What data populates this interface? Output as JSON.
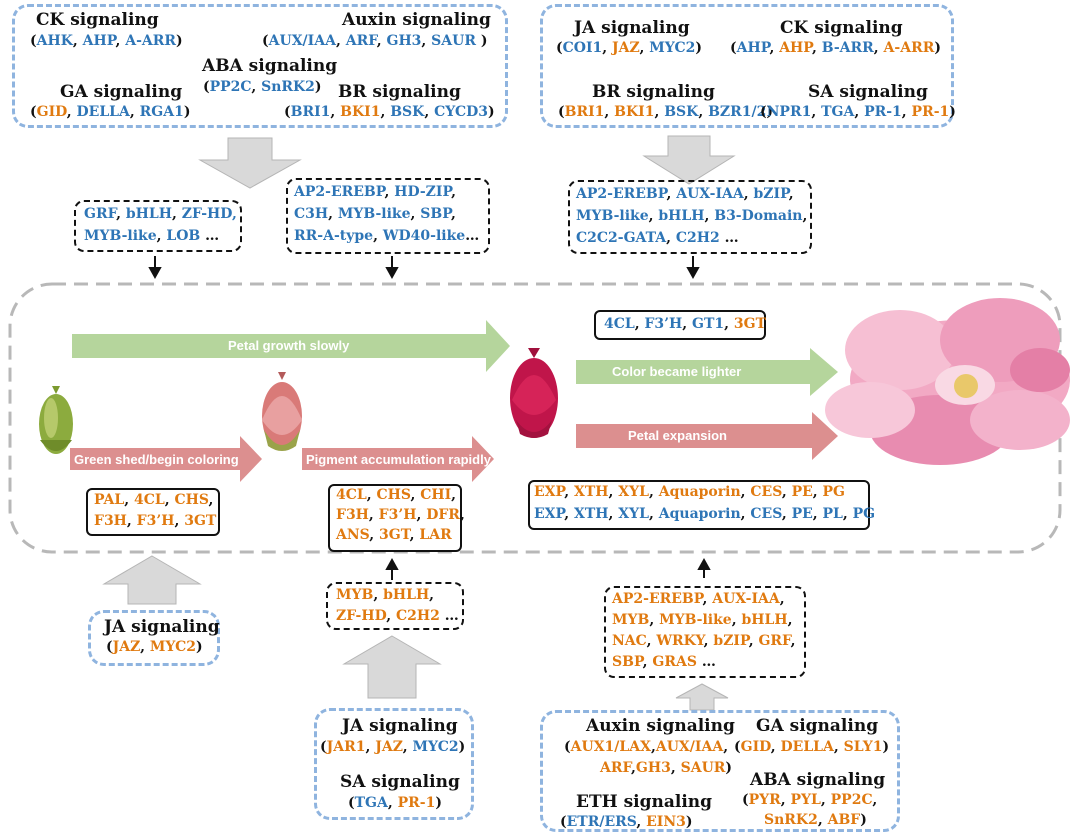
{
  "top_left": {
    "ck_title": "CK signaling",
    "ck_genes": [
      [
        "(",
        "k"
      ],
      [
        "AHK",
        "b"
      ],
      [
        ", ",
        "k"
      ],
      [
        "AHP",
        "b"
      ],
      [
        ", ",
        "k"
      ],
      [
        "A-ARR",
        "b"
      ],
      [
        ")",
        "k"
      ]
    ],
    "auxin_title": "Auxin signaling",
    "auxin_genes": [
      [
        "(",
        "k"
      ],
      [
        "AUX/IAA",
        "b"
      ],
      [
        ", ",
        "k"
      ],
      [
        "ARF",
        "b"
      ],
      [
        ", ",
        "k"
      ],
      [
        "GH3",
        "b"
      ],
      [
        ", ",
        "k"
      ],
      [
        "SAUR",
        "b"
      ],
      [
        " )",
        "k"
      ]
    ],
    "aba_title": "ABA signaling",
    "aba_genes": [
      [
        "(",
        "k"
      ],
      [
        "PP2C",
        "b"
      ],
      [
        ", ",
        "k"
      ],
      [
        "SnRK2",
        "b"
      ],
      [
        ")",
        "k"
      ]
    ],
    "ga_title": "GA signaling",
    "ga_genes": [
      [
        "(",
        "k"
      ],
      [
        "GID",
        "o"
      ],
      [
        ", ",
        "k"
      ],
      [
        "DELLA",
        "b"
      ],
      [
        ", ",
        "k"
      ],
      [
        "RGA1",
        "b"
      ],
      [
        ")",
        "k"
      ]
    ],
    "br_title": "BR signaling",
    "br_genes": [
      [
        "(",
        "k"
      ],
      [
        "BRI1",
        "b"
      ],
      [
        ", ",
        "k"
      ],
      [
        "BKI1",
        "o"
      ],
      [
        ", ",
        "k"
      ],
      [
        "BSK",
        "b"
      ],
      [
        ", ",
        "k"
      ],
      [
        "CYCD3",
        "b"
      ],
      [
        ")",
        "k"
      ]
    ]
  },
  "top_right": {
    "ja_title": "JA signaling",
    "ja_genes": [
      [
        "(",
        "k"
      ],
      [
        "COI1",
        "b"
      ],
      [
        ", ",
        "k"
      ],
      [
        "JAZ",
        "o"
      ],
      [
        ", ",
        "k"
      ],
      [
        "MYC2",
        "b"
      ],
      [
        ")",
        "k"
      ]
    ],
    "ck_title": "CK signaling",
    "ck_genes": [
      [
        "(",
        "k"
      ],
      [
        "AHP",
        "b"
      ],
      [
        ", ",
        "k"
      ],
      [
        "AHP",
        "o"
      ],
      [
        ", ",
        "k"
      ],
      [
        "B-ARR",
        "b"
      ],
      [
        ", ",
        "k"
      ],
      [
        "A-ARR",
        "o"
      ],
      [
        ")",
        "k"
      ]
    ],
    "br_title": "BR signaling",
    "br_genes": [
      [
        "(",
        "k"
      ],
      [
        "BRI1",
        "o"
      ],
      [
        ", ",
        "k"
      ],
      [
        "BKI1",
        "o"
      ],
      [
        ", ",
        "k"
      ],
      [
        "BSK",
        "b"
      ],
      [
        ", ",
        "k"
      ],
      [
        "BZR1/2",
        "b"
      ],
      [
        ")",
        "k"
      ]
    ],
    "sa_title": "SA signaling",
    "sa_genes": [
      [
        "(",
        "k"
      ],
      [
        "NPR1",
        "b"
      ],
      [
        ", ",
        "k"
      ],
      [
        "TGA",
        "b"
      ],
      [
        ", ",
        "k"
      ],
      [
        "PR-1",
        "b"
      ],
      [
        ", ",
        "k"
      ],
      [
        "PR-1",
        "o"
      ],
      [
        ")",
        "k"
      ]
    ]
  },
  "tf_box_1": [
    [
      [
        "GRF",
        "b"
      ],
      [
        ", ",
        "k"
      ],
      [
        "bHLH",
        "b"
      ],
      [
        ", ",
        "k"
      ],
      [
        "ZF-HD",
        "b"
      ],
      [
        ",",
        "b"
      ]
    ],
    [
      [
        "MYB-like",
        "b"
      ],
      [
        ", ",
        "k"
      ],
      [
        "LOB",
        "b"
      ],
      [
        " …",
        "k"
      ]
    ]
  ],
  "tf_box_2": [
    [
      [
        "AP2-EREBP",
        "b"
      ],
      [
        ", ",
        "k"
      ],
      [
        "HD-ZIP",
        "b"
      ],
      [
        ",",
        "k"
      ]
    ],
    [
      [
        "C3H",
        "b"
      ],
      [
        ", ",
        "k"
      ],
      [
        "MYB-like",
        "b"
      ],
      [
        ", ",
        "k"
      ],
      [
        "SBP",
        "b"
      ],
      [
        ",",
        "k"
      ]
    ],
    [
      [
        "RR-A-type",
        "b"
      ],
      [
        ", ",
        "k"
      ],
      [
        "WD40-like",
        "b"
      ],
      [
        "…",
        "k"
      ]
    ]
  ],
  "tf_box_3": [
    [
      [
        "AP2-EREBP",
        "b"
      ],
      [
        ", ",
        "k"
      ],
      [
        "AUX-IAA",
        "b"
      ],
      [
        ", ",
        "k"
      ],
      [
        "bZIP",
        "b"
      ],
      [
        ",",
        "k"
      ]
    ],
    [
      [
        "MYB-like",
        "b"
      ],
      [
        ", ",
        "k"
      ],
      [
        "bHLH",
        "b"
      ],
      [
        ", ",
        "k"
      ],
      [
        "B3-Domain",
        "b"
      ],
      [
        ",",
        "k"
      ]
    ],
    [
      [
        "C2C2-GATA",
        "b"
      ],
      [
        ", ",
        "k"
      ],
      [
        "C2H2",
        "b"
      ],
      [
        " …",
        "k"
      ]
    ]
  ],
  "arrows": {
    "petal_growth": "Petal growth slowly",
    "color_lighter": "Color became lighter",
    "petal_expansion": "Petal expansion",
    "green_shed": "Green shed/begin coloring",
    "pigment": "Pigment accumulation rapidly"
  },
  "genes_mid_right": [
    [
      "4CL",
      "b"
    ],
    [
      ", ",
      "k"
    ],
    [
      "F3’H",
      "b"
    ],
    [
      ", ",
      "k"
    ],
    [
      "GT1",
      "b"
    ],
    [
      ", ",
      "k"
    ],
    [
      "3GT",
      "o"
    ]
  ],
  "genes_stage1": [
    [
      [
        "PAL",
        "o"
      ],
      [
        ", ",
        "k"
      ],
      [
        "4CL",
        "o"
      ],
      [
        ", ",
        "k"
      ],
      [
        "CHS",
        "o"
      ],
      [
        ",",
        "k"
      ]
    ],
    [
      [
        "F3H",
        "o"
      ],
      [
        ", ",
        "k"
      ],
      [
        "F3’H",
        "o"
      ],
      [
        ", ",
        "k"
      ],
      [
        "3GT",
        "o"
      ]
    ]
  ],
  "genes_stage2": [
    [
      [
        "4CL",
        "o"
      ],
      [
        ", ",
        "k"
      ],
      [
        "CHS",
        "o"
      ],
      [
        ", ",
        "k"
      ],
      [
        "CHI",
        "o"
      ],
      [
        ",",
        "k"
      ]
    ],
    [
      [
        "F3H",
        "o"
      ],
      [
        ", ",
        "k"
      ],
      [
        "F3’H",
        "o"
      ],
      [
        ", ",
        "k"
      ],
      [
        "DFR",
        "o"
      ],
      [
        ",",
        "k"
      ]
    ],
    [
      [
        "ANS",
        "o"
      ],
      [
        ", ",
        "k"
      ],
      [
        "3GT",
        "o"
      ],
      [
        ", ",
        "k"
      ],
      [
        "LAR",
        "o"
      ]
    ]
  ],
  "genes_expansion": [
    [
      [
        "EXP",
        "o"
      ],
      [
        ", ",
        "k"
      ],
      [
        "XTH",
        "o"
      ],
      [
        ", ",
        "k"
      ],
      [
        "XYL",
        "o"
      ],
      [
        ", ",
        "k"
      ],
      [
        "Aquaporin",
        "o"
      ],
      [
        ", ",
        "k"
      ],
      [
        "CES",
        "o"
      ],
      [
        ", ",
        "k"
      ],
      [
        "PE",
        "o"
      ],
      [
        ", ",
        "k"
      ],
      [
        "PG",
        "o"
      ]
    ],
    [
      [
        "EXP",
        "b"
      ],
      [
        ", ",
        "k"
      ],
      [
        "XTH",
        "b"
      ],
      [
        ", ",
        "k"
      ],
      [
        "XYL",
        "b"
      ],
      [
        ", ",
        "k"
      ],
      [
        "Aquaporin",
        "b"
      ],
      [
        ", ",
        "k"
      ],
      [
        "CES",
        "b"
      ],
      [
        ", ",
        "k"
      ],
      [
        "PE",
        "b"
      ],
      [
        ", ",
        "k"
      ],
      [
        "PL",
        "b"
      ],
      [
        ", ",
        "k"
      ],
      [
        "PG",
        "b"
      ]
    ]
  ],
  "bottom_left": {
    "ja_title": "JA signaling",
    "ja_genes": [
      [
        "(",
        "k"
      ],
      [
        "JAZ",
        "o"
      ],
      [
        ", ",
        "k"
      ],
      [
        "MYC2",
        "o"
      ],
      [
        ")",
        "k"
      ]
    ]
  },
  "tf_box_4": [
    [
      [
        "MYB",
        "o"
      ],
      [
        ", ",
        "k"
      ],
      [
        "bHLH",
        "o"
      ],
      [
        ",",
        "k"
      ]
    ],
    [
      [
        "ZF-HD",
        "o"
      ],
      [
        ", ",
        "k"
      ],
      [
        "C2H2",
        "o"
      ],
      [
        " …",
        "k"
      ]
    ]
  ],
  "tf_box_5": [
    [
      [
        "AP2-EREBP",
        "o"
      ],
      [
        ", ",
        "k"
      ],
      [
        "AUX-IAA",
        "o"
      ],
      [
        ",",
        "k"
      ]
    ],
    [
      [
        "MYB",
        "o"
      ],
      [
        ", ",
        "k"
      ],
      [
        "MYB-like",
        "o"
      ],
      [
        ", ",
        "k"
      ],
      [
        "bHLH",
        "o"
      ],
      [
        ",",
        "k"
      ]
    ],
    [
      [
        "NAC",
        "o"
      ],
      [
        ", ",
        "k"
      ],
      [
        "WRKY",
        "o"
      ],
      [
        ", ",
        "k"
      ],
      [
        "bZIP",
        "o"
      ],
      [
        ", ",
        "k"
      ],
      [
        "GRF",
        "o"
      ],
      [
        ",",
        "k"
      ]
    ],
    [
      [
        "SBP",
        "o"
      ],
      [
        ", ",
        "k"
      ],
      [
        "GRAS",
        "o"
      ],
      [
        " …",
        "k"
      ]
    ]
  ],
  "bottom_middle": {
    "ja_title": "JA signaling",
    "ja_genes": [
      [
        "(",
        "k"
      ],
      [
        "JAR1",
        "o"
      ],
      [
        ", ",
        "k"
      ],
      [
        "JAZ",
        "o"
      ],
      [
        ", ",
        "k"
      ],
      [
        "MYC2",
        "b"
      ],
      [
        ")",
        "k"
      ]
    ],
    "sa_title": "SA signaling",
    "sa_genes": [
      [
        "(",
        "k"
      ],
      [
        "TGA",
        "b"
      ],
      [
        ", ",
        "k"
      ],
      [
        "PR-1",
        "o"
      ],
      [
        ")",
        "k"
      ]
    ]
  },
  "bottom_right": {
    "auxin_title": "Auxin signaling",
    "auxin_genes_1": [
      [
        "(",
        "k"
      ],
      [
        "AUX1/LAX",
        "o"
      ],
      [
        ",",
        "k"
      ],
      [
        "AUX/IAA",
        "o"
      ],
      [
        ",",
        "k"
      ]
    ],
    "auxin_genes_2": [
      [
        "ARF",
        "o"
      ],
      [
        ",",
        "k"
      ],
      [
        "GH3",
        "o"
      ],
      [
        ", ",
        "k"
      ],
      [
        "SAUR",
        "o"
      ],
      [
        ")",
        "k"
      ]
    ],
    "ga_title": "GA signaling",
    "ga_genes": [
      [
        "(",
        "k"
      ],
      [
        "GID",
        "o"
      ],
      [
        ", ",
        "k"
      ],
      [
        "DELLA",
        "o"
      ],
      [
        ", ",
        "k"
      ],
      [
        "SLY1",
        "o"
      ],
      [
        ")",
        "k"
      ]
    ],
    "aba_title": "ABA signaling",
    "aba_genes_1": [
      [
        "(",
        "k"
      ],
      [
        "PYR",
        "o"
      ],
      [
        ", ",
        "k"
      ],
      [
        "PYL",
        "o"
      ],
      [
        ", ",
        "k"
      ],
      [
        "PP2C",
        "o"
      ],
      [
        ",",
        "k"
      ]
    ],
    "aba_genes_2": [
      [
        "SnRK2",
        "o"
      ],
      [
        ", ",
        "k"
      ],
      [
        "ABF",
        "o"
      ],
      [
        ")",
        "k"
      ]
    ],
    "eth_title": "ETH signaling",
    "eth_genes": [
      [
        "(",
        "k"
      ],
      [
        "ETR/ERS",
        "b"
      ],
      [
        ", ",
        "k"
      ],
      [
        "EIN3",
        "o"
      ],
      [
        ")",
        "k"
      ]
    ]
  },
  "colors": {
    "blue_gene": "#2e75b6",
    "orange_gene": "#e07a10",
    "green_arrow": "#b3d39a",
    "red_arrow": "#dd8f8f",
    "grey_arrow": "#d6d6d6",
    "signal_box_border": "#8fb4df"
  }
}
